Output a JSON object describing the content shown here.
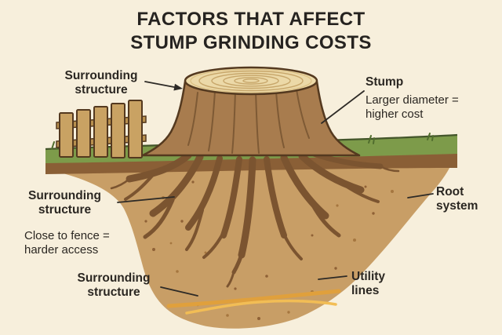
{
  "title": {
    "line1": "FACTORS THAT AFFECT",
    "line2": "STUMP GRINDING COSTS"
  },
  "annotations": {
    "surrounding_structure_top": {
      "label": "Surrounding structure"
    },
    "stump": {
      "label": "Stump",
      "note": "Larger diameter = higher cost"
    },
    "surrounding_structure_mid": {
      "label": "Surrounding structure",
      "note": "Close to fence = harder access"
    },
    "root_system": {
      "label": "Root system"
    },
    "surrounding_structure_bottom": {
      "label": "Surrounding structure"
    },
    "utility_lines": {
      "label": "Utility lines"
    }
  },
  "colors": {
    "background": "#f7efdc",
    "text": "#2b2722",
    "soil": "#c89e66",
    "topsoil_band": "#8a5f36",
    "grass": "#7d9b4a",
    "stump_bark": "#a87c4e",
    "stump_cut_surface": "#ecd9a8",
    "roots": "#7b5430",
    "fence": "#c9a263",
    "utility_line_orange": "#e0a03c",
    "utility_line_yellow": "#f2bd55"
  }
}
